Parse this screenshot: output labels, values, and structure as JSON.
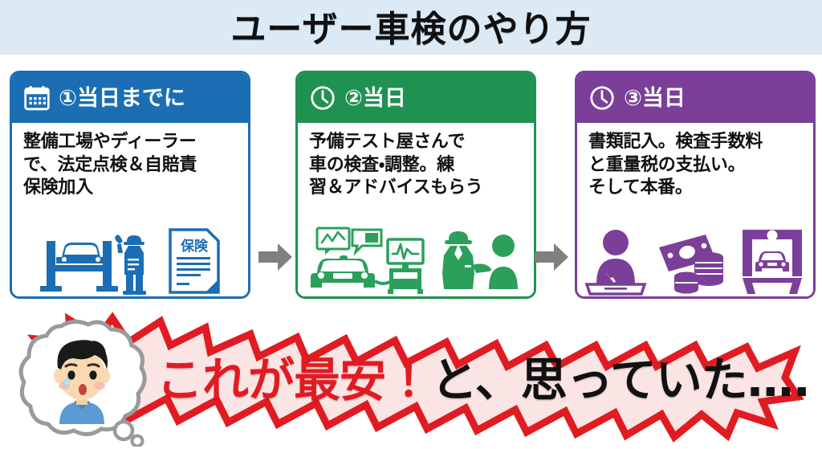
{
  "page": {
    "title": "ユーザー車検のやり方",
    "title_band_color": "#dceaf6",
    "background": "#ffffff"
  },
  "steps": [
    {
      "id": "step-1",
      "header_icon": "calendar-icon",
      "header_label": "①当日までに",
      "accent_color": "#1b6eb4",
      "body": "整備工場やディーラー\nで、法定点検＆自賠責\n保険加入",
      "art_icons": [
        "car-on-lift-icon",
        "mechanic-icon",
        "insurance-document-icon"
      ],
      "art_label": "保険"
    },
    {
      "id": "step-2",
      "header_icon": "clock-icon",
      "header_label": "②当日",
      "accent_color": "#1f9150",
      "body": "予備テスト屋さんで\n車の検査・調整。練\n習＆アドバイスもらう",
      "art_icons": [
        "car-diagnostic-icon",
        "test-machine-icon",
        "staff-advising-customer-icon"
      ],
      "art_label": ""
    },
    {
      "id": "step-3",
      "header_icon": "clock-icon",
      "header_label": "③当日",
      "accent_color": "#7b3f99",
      "body": "書類記入。検査手数料\nと重量税の支払い。\nそして本番。",
      "art_icons": [
        "person-writing-icon",
        "money-icon",
        "inspection-bay-car-icon"
      ],
      "art_label": ""
    }
  ],
  "arrows": [
    {
      "id": "arrow-1",
      "name": "arrow-step1-to-step2",
      "color": "#808080"
    },
    {
      "id": "arrow-2",
      "name": "arrow-step2-to-step3",
      "color": "#808080"
    }
  ],
  "banner": {
    "shape": "starburst",
    "border_color": "#e01c22",
    "fill_color": "#fbe4e4",
    "text_red": "これが最安！",
    "text_black": "と、思っていた….",
    "thought_bubble": {
      "icon": "thought-bubble-surprised-boy-icon",
      "bubble_fill": "#ffffff",
      "bubble_outline": "#9a9a9a",
      "hair_color": "#1a1a1a",
      "skin_color": "#f8d9b2",
      "shirt_color": "#5b9bd5"
    }
  }
}
